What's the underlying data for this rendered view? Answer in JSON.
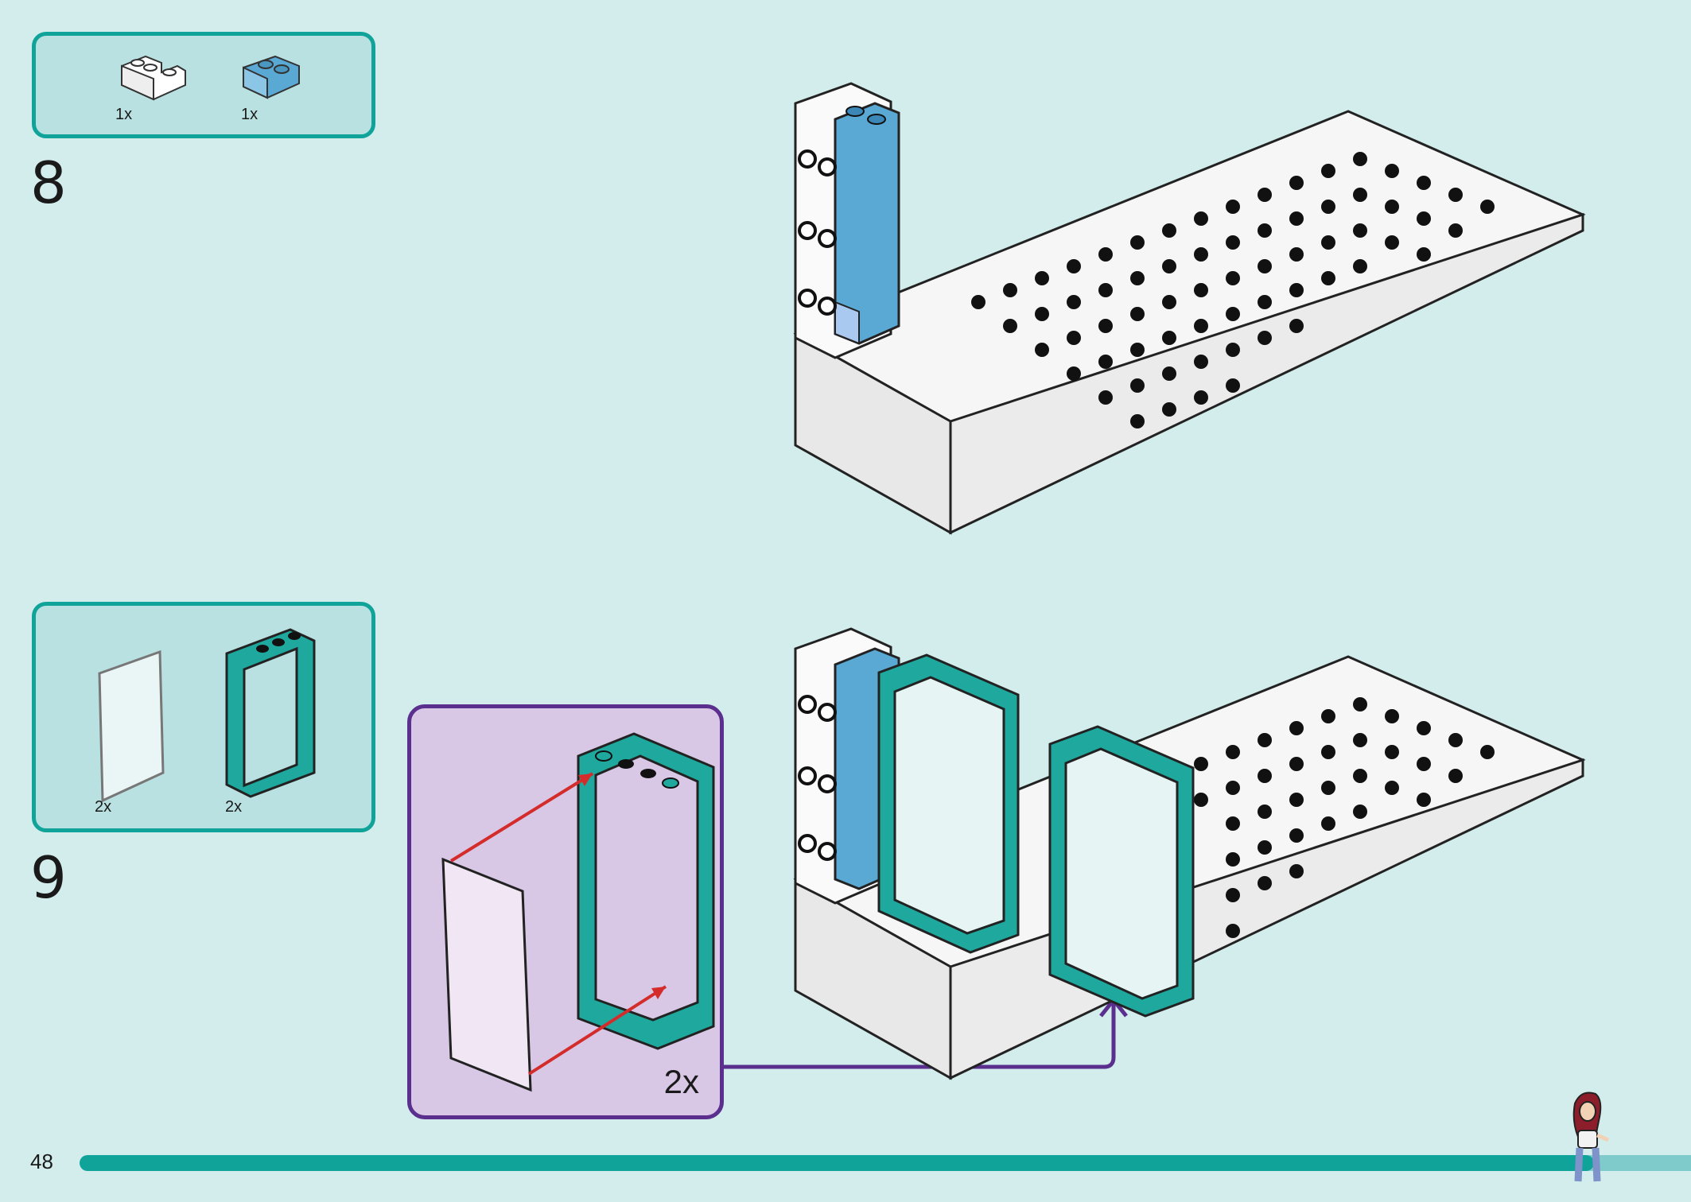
{
  "steps": [
    {
      "number": "8",
      "parts": [
        {
          "name": "white-corner-brick",
          "qty": "1x"
        },
        {
          "name": "blue-brick-1x2",
          "qty": "1x"
        }
      ]
    },
    {
      "number": "9",
      "parts": [
        {
          "name": "glass-pane",
          "qty": "2x"
        },
        {
          "name": "teal-window-frame",
          "qty": "2x"
        }
      ],
      "callout_qty": "2x"
    }
  ],
  "page_number": "48",
  "progress": {
    "fraction": 0.94
  },
  "colors": {
    "background": "#d3ecec",
    "parts_box": "#b9e1e1",
    "accent_teal": "#10a39a",
    "callout_bg": "#d8c8e6",
    "callout_border": "#5a2f8e",
    "arrow_red": "#d42b2b",
    "brick_blue": "#5aa9d4",
    "frame_teal": "#1fa89e"
  }
}
